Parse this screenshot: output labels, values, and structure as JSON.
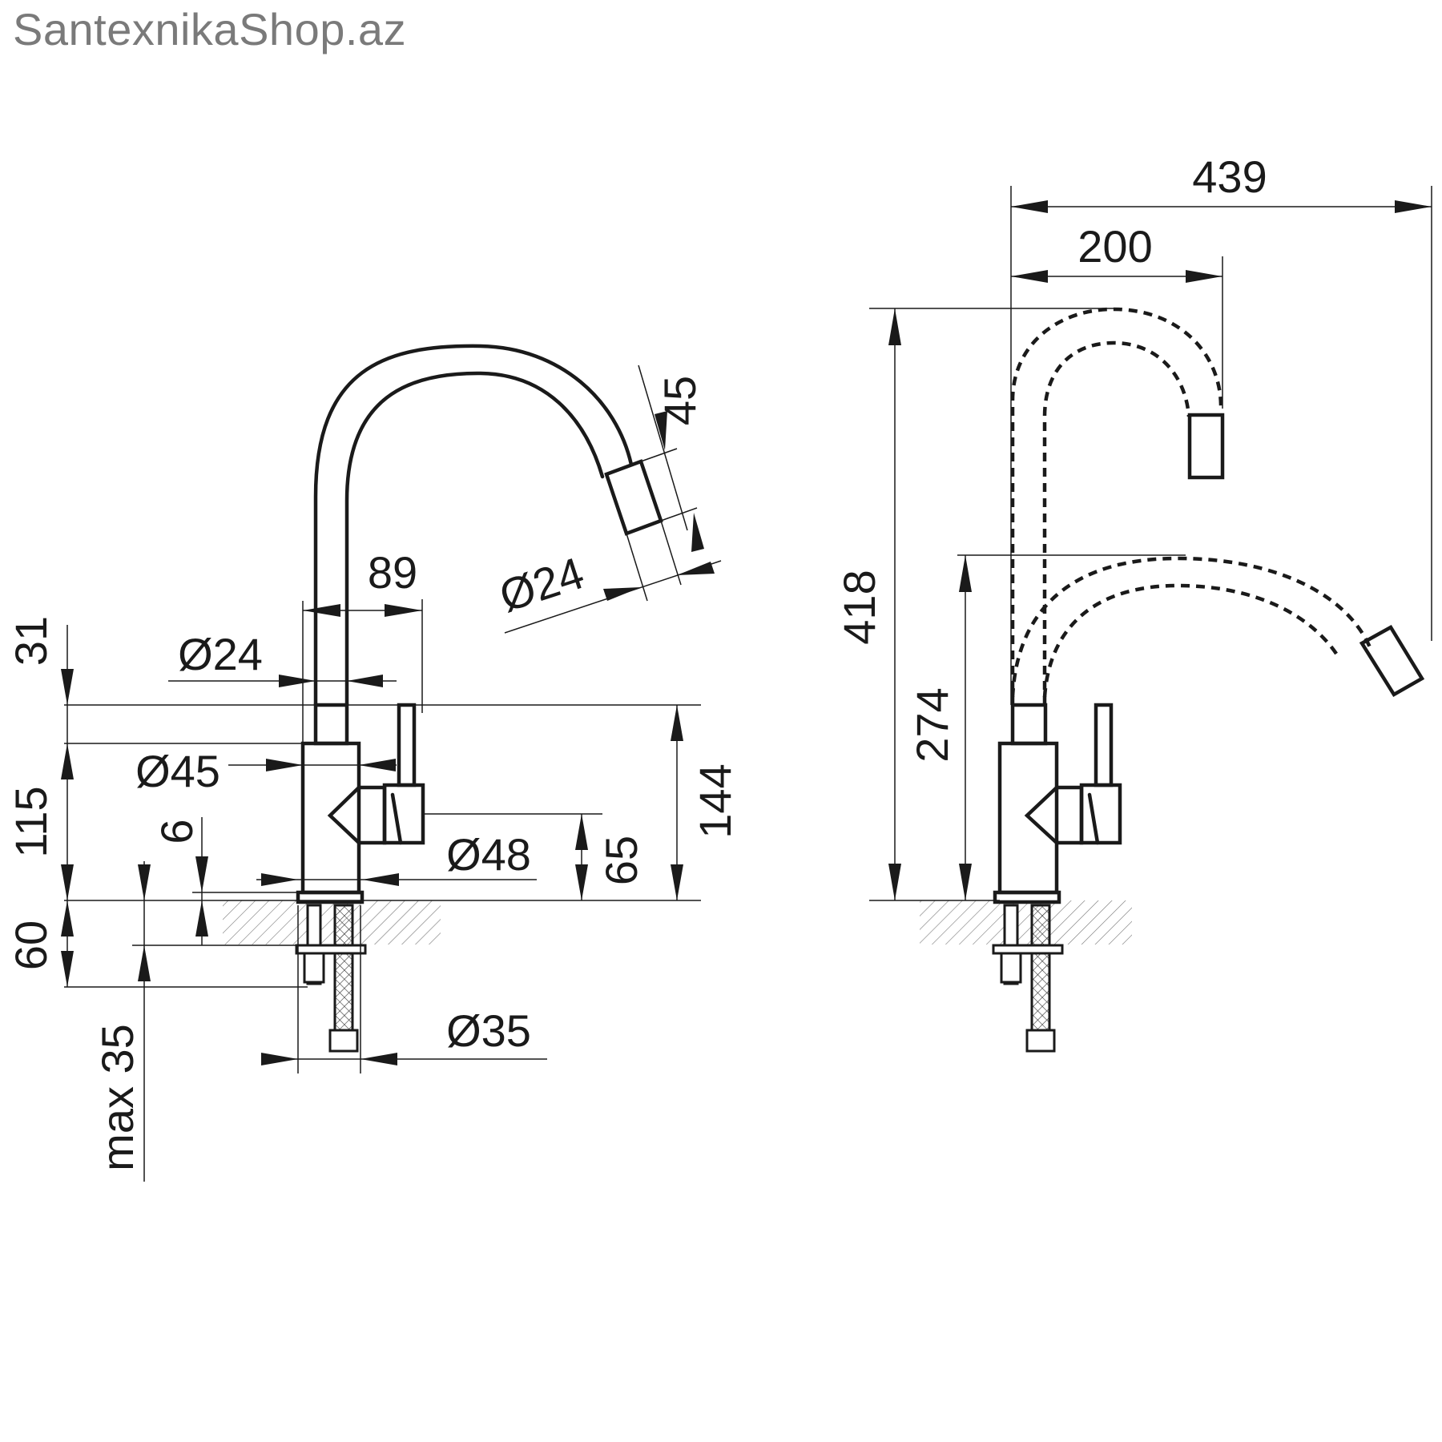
{
  "watermark": "SantexnikaShop.az",
  "dimensions": {
    "overall_reach": "439",
    "spout_offset": "200",
    "total_height": "418",
    "rotated_height": "274",
    "spout_tip_length": "45",
    "tip_diameter": "Ø24",
    "spout_projection": "89",
    "pipe_diameter": "Ø24",
    "top_gap": "31",
    "body_diameter": "Ø45",
    "body_height": "115",
    "handle_height": "144",
    "base_plate": "6",
    "lever_diameter": "Ø48",
    "lever_height": "65",
    "mount_depth": "60",
    "counter_thickness": "max 35",
    "shank_diameter": "Ø35"
  }
}
